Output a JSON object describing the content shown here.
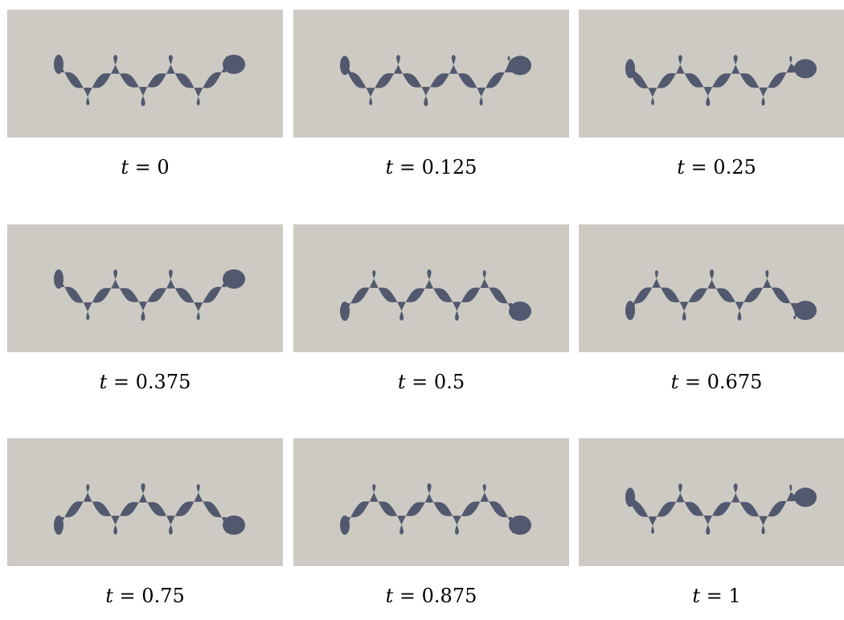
{
  "colors": {
    "background": "#cdcac4",
    "body": "#52596e"
  },
  "frames": [
    {
      "t": "0",
      "phase": 0.0
    },
    {
      "t": "0.125",
      "phase": 0.06
    },
    {
      "t": "0.25",
      "phase": 0.12
    },
    {
      "t": "0.375",
      "phase": 0.0
    },
    {
      "t": "0.5",
      "phase": 0.5
    },
    {
      "t": "0.675",
      "phase": 0.55
    },
    {
      "t": "0.75",
      "phase": 0.5
    },
    {
      "t": "0.875",
      "phase": 0.5
    },
    {
      "t": "1",
      "phase": 0.12
    }
  ]
}
